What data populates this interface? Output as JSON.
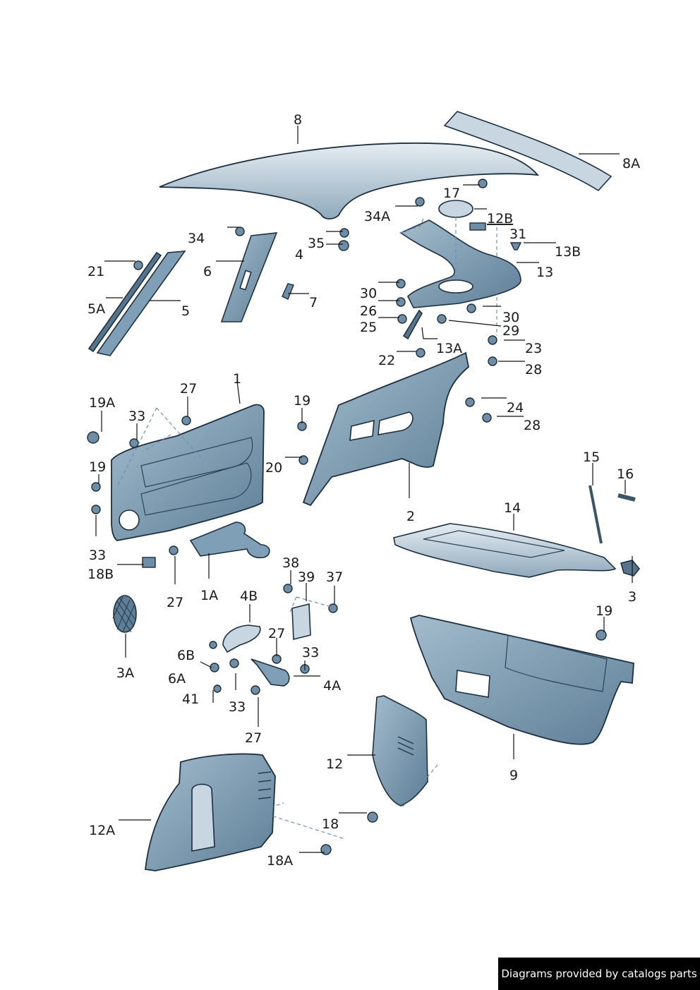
{
  "diagram": {
    "callouts": [
      {
        "id": "c8",
        "text": "8"
      },
      {
        "id": "c8a",
        "text": "8A"
      },
      {
        "id": "c17",
        "text": "17"
      },
      {
        "id": "c34a",
        "text": "34A"
      },
      {
        "id": "c12b",
        "text": "12B"
      },
      {
        "id": "c31",
        "text": "31"
      },
      {
        "id": "c13b",
        "text": "13B"
      },
      {
        "id": "c13",
        "text": "13"
      },
      {
        "id": "c34",
        "text": "34"
      },
      {
        "id": "c35",
        "text": "35"
      },
      {
        "id": "c4",
        "text": "4"
      },
      {
        "id": "c21",
        "text": "21"
      },
      {
        "id": "c6",
        "text": "6"
      },
      {
        "id": "c5a",
        "text": "5A"
      },
      {
        "id": "c5",
        "text": "5"
      },
      {
        "id": "c7",
        "text": "7"
      },
      {
        "id": "c30a",
        "text": "30"
      },
      {
        "id": "c26",
        "text": "26"
      },
      {
        "id": "c25",
        "text": "25"
      },
      {
        "id": "c30b",
        "text": "30"
      },
      {
        "id": "c29",
        "text": "29"
      },
      {
        "id": "c13a",
        "text": "13A"
      },
      {
        "id": "c23",
        "text": "23"
      },
      {
        "id": "c22",
        "text": "22"
      },
      {
        "id": "c28a",
        "text": "28"
      },
      {
        "id": "c1",
        "text": "1"
      },
      {
        "id": "c27a",
        "text": "27"
      },
      {
        "id": "c19a",
        "text": "19A"
      },
      {
        "id": "c33a",
        "text": "33"
      },
      {
        "id": "c19b",
        "text": "19"
      },
      {
        "id": "c20",
        "text": "20"
      },
      {
        "id": "c24",
        "text": "24"
      },
      {
        "id": "c28b",
        "text": "28"
      },
      {
        "id": "c19c",
        "text": "19"
      },
      {
        "id": "c2",
        "text": "2"
      },
      {
        "id": "c15",
        "text": "15"
      },
      {
        "id": "c16",
        "text": "16"
      },
      {
        "id": "c14",
        "text": "14"
      },
      {
        "id": "c33b",
        "text": "33"
      },
      {
        "id": "c18b",
        "text": "18B"
      },
      {
        "id": "c27b",
        "text": "27"
      },
      {
        "id": "c1a",
        "text": "1A"
      },
      {
        "id": "c38",
        "text": "38"
      },
      {
        "id": "c39",
        "text": "39"
      },
      {
        "id": "c37",
        "text": "37"
      },
      {
        "id": "c3",
        "text": "3"
      },
      {
        "id": "c4b",
        "text": "4B"
      },
      {
        "id": "c19d",
        "text": "19"
      },
      {
        "id": "c3a",
        "text": "3A"
      },
      {
        "id": "c27c",
        "text": "27"
      },
      {
        "id": "c6b",
        "text": "6B"
      },
      {
        "id": "c33c",
        "text": "33"
      },
      {
        "id": "c6a",
        "text": "6A"
      },
      {
        "id": "c4a",
        "text": "4A"
      },
      {
        "id": "c41",
        "text": "41"
      },
      {
        "id": "c33d",
        "text": "33"
      },
      {
        "id": "c27d",
        "text": "27"
      },
      {
        "id": "c9",
        "text": "9"
      },
      {
        "id": "c12",
        "text": "12"
      },
      {
        "id": "c12a",
        "text": "12A"
      },
      {
        "id": "c18",
        "text": "18"
      },
      {
        "id": "c18a",
        "text": "18A"
      }
    ]
  },
  "footer": {
    "credit": "Diagrams provided by catalogs parts"
  },
  "colors": {
    "part_fill": "#7f9fb6",
    "part_light": "#c7d6e0",
    "outline": "#1d2f40",
    "leader": "#111111",
    "dash": "#6b8fb4"
  }
}
